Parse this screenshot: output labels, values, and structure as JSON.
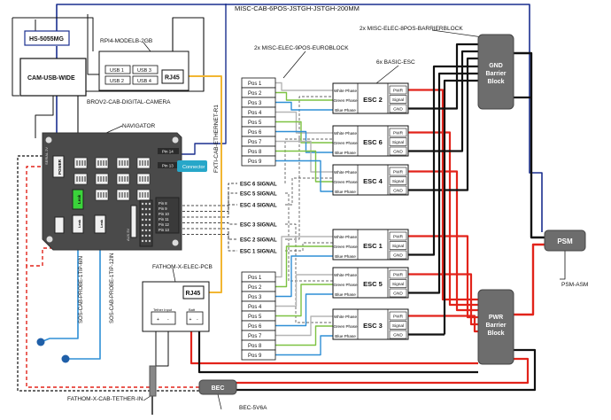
{
  "labels": {
    "top_cable": "MISC-CAB-6POS-JSTGH-JSTGH-200MM",
    "barrier_block_label": "2x MISC-ELEC-8POS-BARRIERBLOCK",
    "euroblock_label": "2x MISC-ELEC-9POS-EUROBLOCK",
    "esc_label": "6x BASIC-ESC",
    "rpi_label": "RPI4-MODELB-2GB",
    "camera_cable": "BROV2-CAB-DIGITAL-CAMERA",
    "navigator_label": "NAVIGATOR",
    "ethernet_cable": "FXTI-CAB-ETHERNET-R1",
    "fathom_pcb": "FATHOM-X-ELEC-PCB",
    "tether_cable": "FATHOM-X-CAB-TETHER-IN",
    "bec_label": "BEC-5V6A",
    "psm_asm": "PSM-ASM",
    "probe_6in": "SOS-CAB-PROBE-1TIP-6IN",
    "probe_12in": "SOS-CAB-PROBE-1TIP-12IN"
  },
  "components": {
    "hs5055mg": "HS-5055MG",
    "cam_usb": "CAM-USB-WIDE",
    "usb1": "USB 1",
    "usb2": "USB 2",
    "usb3": "USB 3",
    "usb4": "USB 4",
    "rj45": "RJ45",
    "gnd_block": [
      "GND",
      "Barrier",
      "Block"
    ],
    "pwr_block": [
      "PWR",
      "Barrier",
      "Block"
    ],
    "psm": "PSM",
    "bec": "BEC",
    "fathom_rj45": "RJ45",
    "tether_input": "Tether Input",
    "batt": "Batt",
    "plus": "+",
    "minus": "-",
    "connector": "Connector",
    "power": "POWER",
    "leak": "Leak",
    "pin14": "Pin 14",
    "pin13": "Pin 13",
    "pin_labels": [
      "Pin 8",
      "Pin 9",
      "Pin 10",
      "Pin 11",
      "Pin 12",
      "Pin 13"
    ],
    "aux5v": "AUX 5V",
    "serial": "SERIAL 2V"
  },
  "euroblock_pins": [
    "Pos 1",
    "Pos 2",
    "Pos 3",
    "Pos 4",
    "Pos 5",
    "Pos 6",
    "Pos 7",
    "Pos 8",
    "Pos 9"
  ],
  "esc_top": [
    {
      "name": "ESC 2",
      "phases": [
        "White Phase",
        "Green Phase",
        "Blue Phase"
      ],
      "pins": [
        "PWR",
        "Signal",
        "GND"
      ]
    },
    {
      "name": "ESC 6",
      "phases": [
        "White Phase",
        "Green Phase",
        "Blue Phase"
      ],
      "pins": [
        "PWR",
        "Signal",
        "GND"
      ]
    },
    {
      "name": "ESC 4",
      "phases": [
        "White Phase",
        "Green Phase",
        "Blue Phase"
      ],
      "pins": [
        "PWR",
        "Signal",
        "GND"
      ]
    }
  ],
  "esc_bottom": [
    {
      "name": "ESC 1",
      "phases": [
        "White Phase",
        "Green Phase",
        "Blue Phase"
      ],
      "pins": [
        "PWR",
        "Signal",
        "GND"
      ]
    },
    {
      "name": "ESC 5",
      "phases": [
        "White Phase",
        "Green Phase",
        "Blue Phase"
      ],
      "pins": [
        "PWR",
        "Signal",
        "GND"
      ]
    },
    {
      "name": "ESC 3",
      "phases": [
        "White Phase",
        "Green Phase",
        "Blue Phase"
      ],
      "pins": [
        "PWR",
        "Signal",
        "GND"
      ]
    }
  ],
  "signals": [
    "ESC 6 SIGNAL",
    "ESC 5 SIGNAL",
    "ESC 4 SIGNAL",
    "ESC 3 SIGNAL",
    "ESC 2 SIGNAL",
    "ESC 1 SIGNAL"
  ],
  "colors": {
    "navy": "#1a2f8f",
    "red": "#e2231a",
    "black": "#111111",
    "white_wire": "#b5b5b5",
    "green_wire": "#7dc242",
    "blue_wire": "#2f8fd6",
    "yellow": "#f2b632",
    "block_grey": "#6d6d6d",
    "navigator": "#4a4a4a",
    "leak_green": "#3ad43a",
    "teal": "#27a7c9"
  }
}
